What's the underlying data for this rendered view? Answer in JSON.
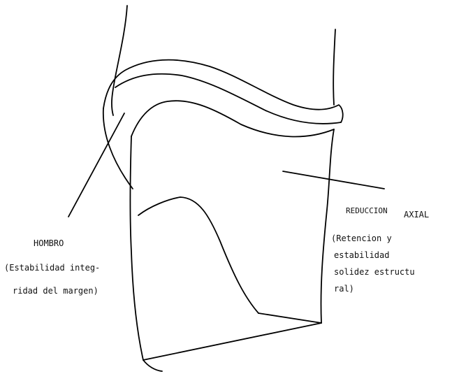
{
  "labels": {
    "hombro": "HOMBRO",
    "hombro_desc_1": "(Estabilidad integ-",
    "hombro_desc_2": "ridad del margen)",
    "reduccion_1": "REDUCCION",
    "reduccion_2": "AXIAL",
    "reduccion_desc_1": "(Retencion y",
    "reduccion_desc_2": "estabilidad",
    "reduccion_desc_3": "solidez estructu",
    "reduccion_desc_4": "ral)"
  },
  "colors": {
    "line": "#000000",
    "text": "#111111",
    "background": "#ffffff"
  }
}
